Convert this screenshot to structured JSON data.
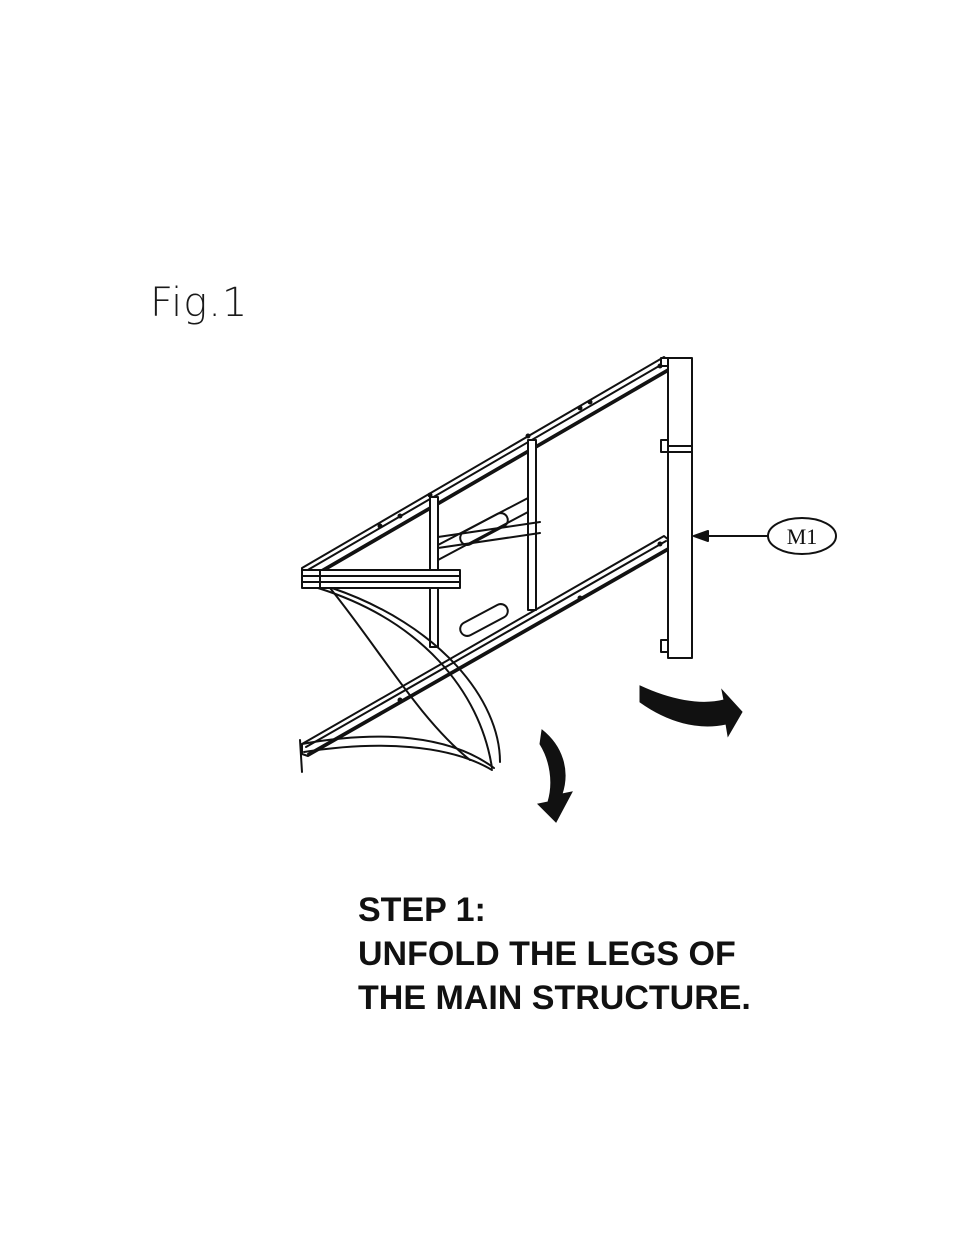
{
  "figure": {
    "label": "Fig.1",
    "callout": "M1"
  },
  "instructions": {
    "step": "STEP 1:",
    "line1": "UNFOLD THE LEGS OF",
    "line2": "THE MAIN STRUCTURE."
  },
  "colors": {
    "ink": "#111111",
    "paper": "#ffffff"
  }
}
